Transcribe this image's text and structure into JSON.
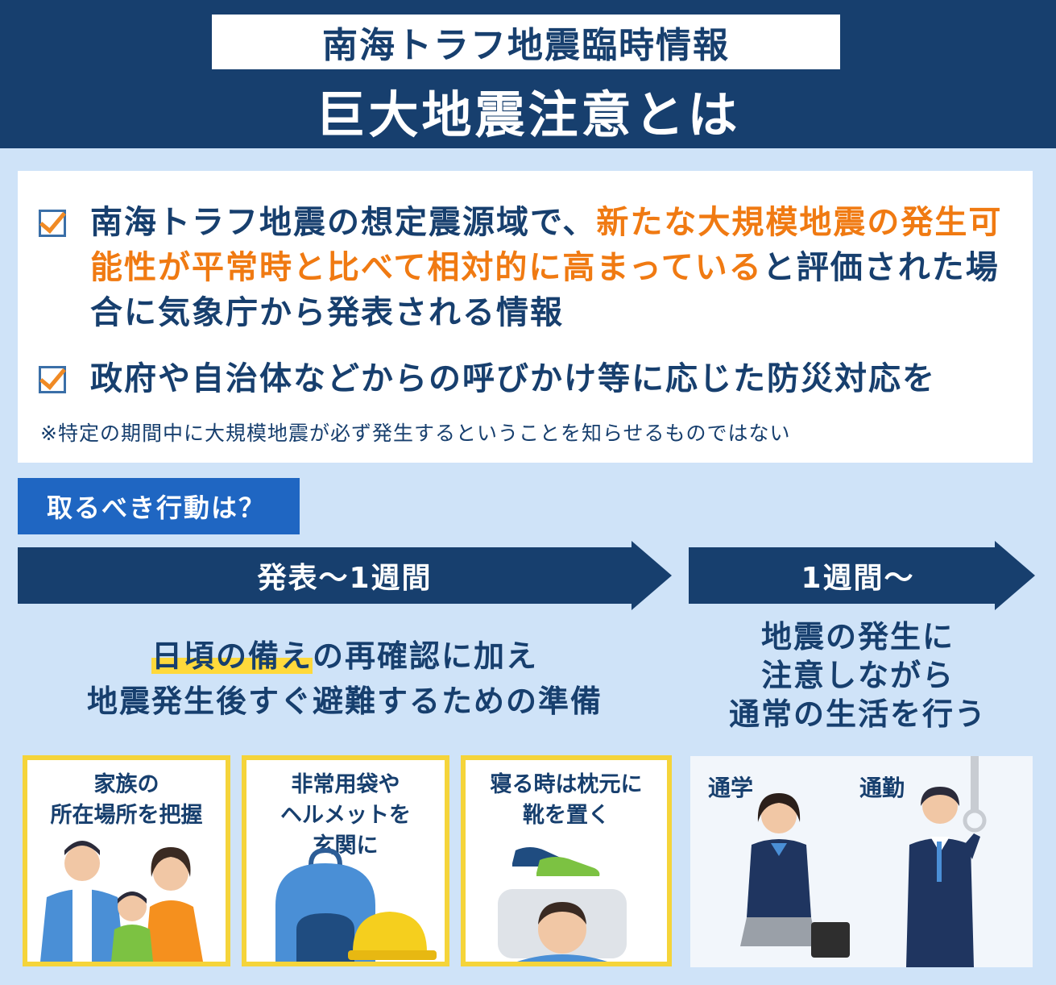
{
  "header": {
    "subtitle": "南海トラフ地震臨時情報",
    "title": "巨大地震注意とは"
  },
  "info": {
    "bullet1_part1": "南海トラフ地震の想定震源域で、",
    "bullet1_highlight": "新たな大規模地震の発生可能性が平常時と比べて相対的に高まっている",
    "bullet1_part2": "と評価された場合に気象庁から発表される情報",
    "bullet2": "政府や自治体などからの呼びかけ等に応じた防災対応を",
    "note": "※特定の期間中に大規模地震が必ず発生するということを知らせるものではない"
  },
  "actions": {
    "label": "取るべき行動は？",
    "phase1": {
      "label": "発表〜1週間",
      "desc_highlight": "日頃の備え",
      "desc_part1": "の再確認に加え",
      "desc_line2": "地震発生後すぐ避難するための準備"
    },
    "phase2": {
      "label": "1週間〜",
      "desc_line1": "地震の発生に",
      "desc_line2": "注意しながら",
      "desc_line3": "通常の生活を行う"
    }
  },
  "cards": [
    {
      "line1": "家族の",
      "line2": "所在場所を把握",
      "line3": ""
    },
    {
      "line1": "非常用袋や",
      "line2": "ヘルメットを",
      "line3": "玄関に"
    },
    {
      "line1": "寝る時は枕元に",
      "line2": "靴を置く",
      "line3": ""
    }
  ],
  "commute": {
    "school": "通学",
    "work": "通勤"
  },
  "colors": {
    "navy": "#173f6e",
    "orange": "#f07a12",
    "blue": "#1f66c2",
    "yellow": "#f5d43a",
    "background": "#cfe3f8"
  }
}
